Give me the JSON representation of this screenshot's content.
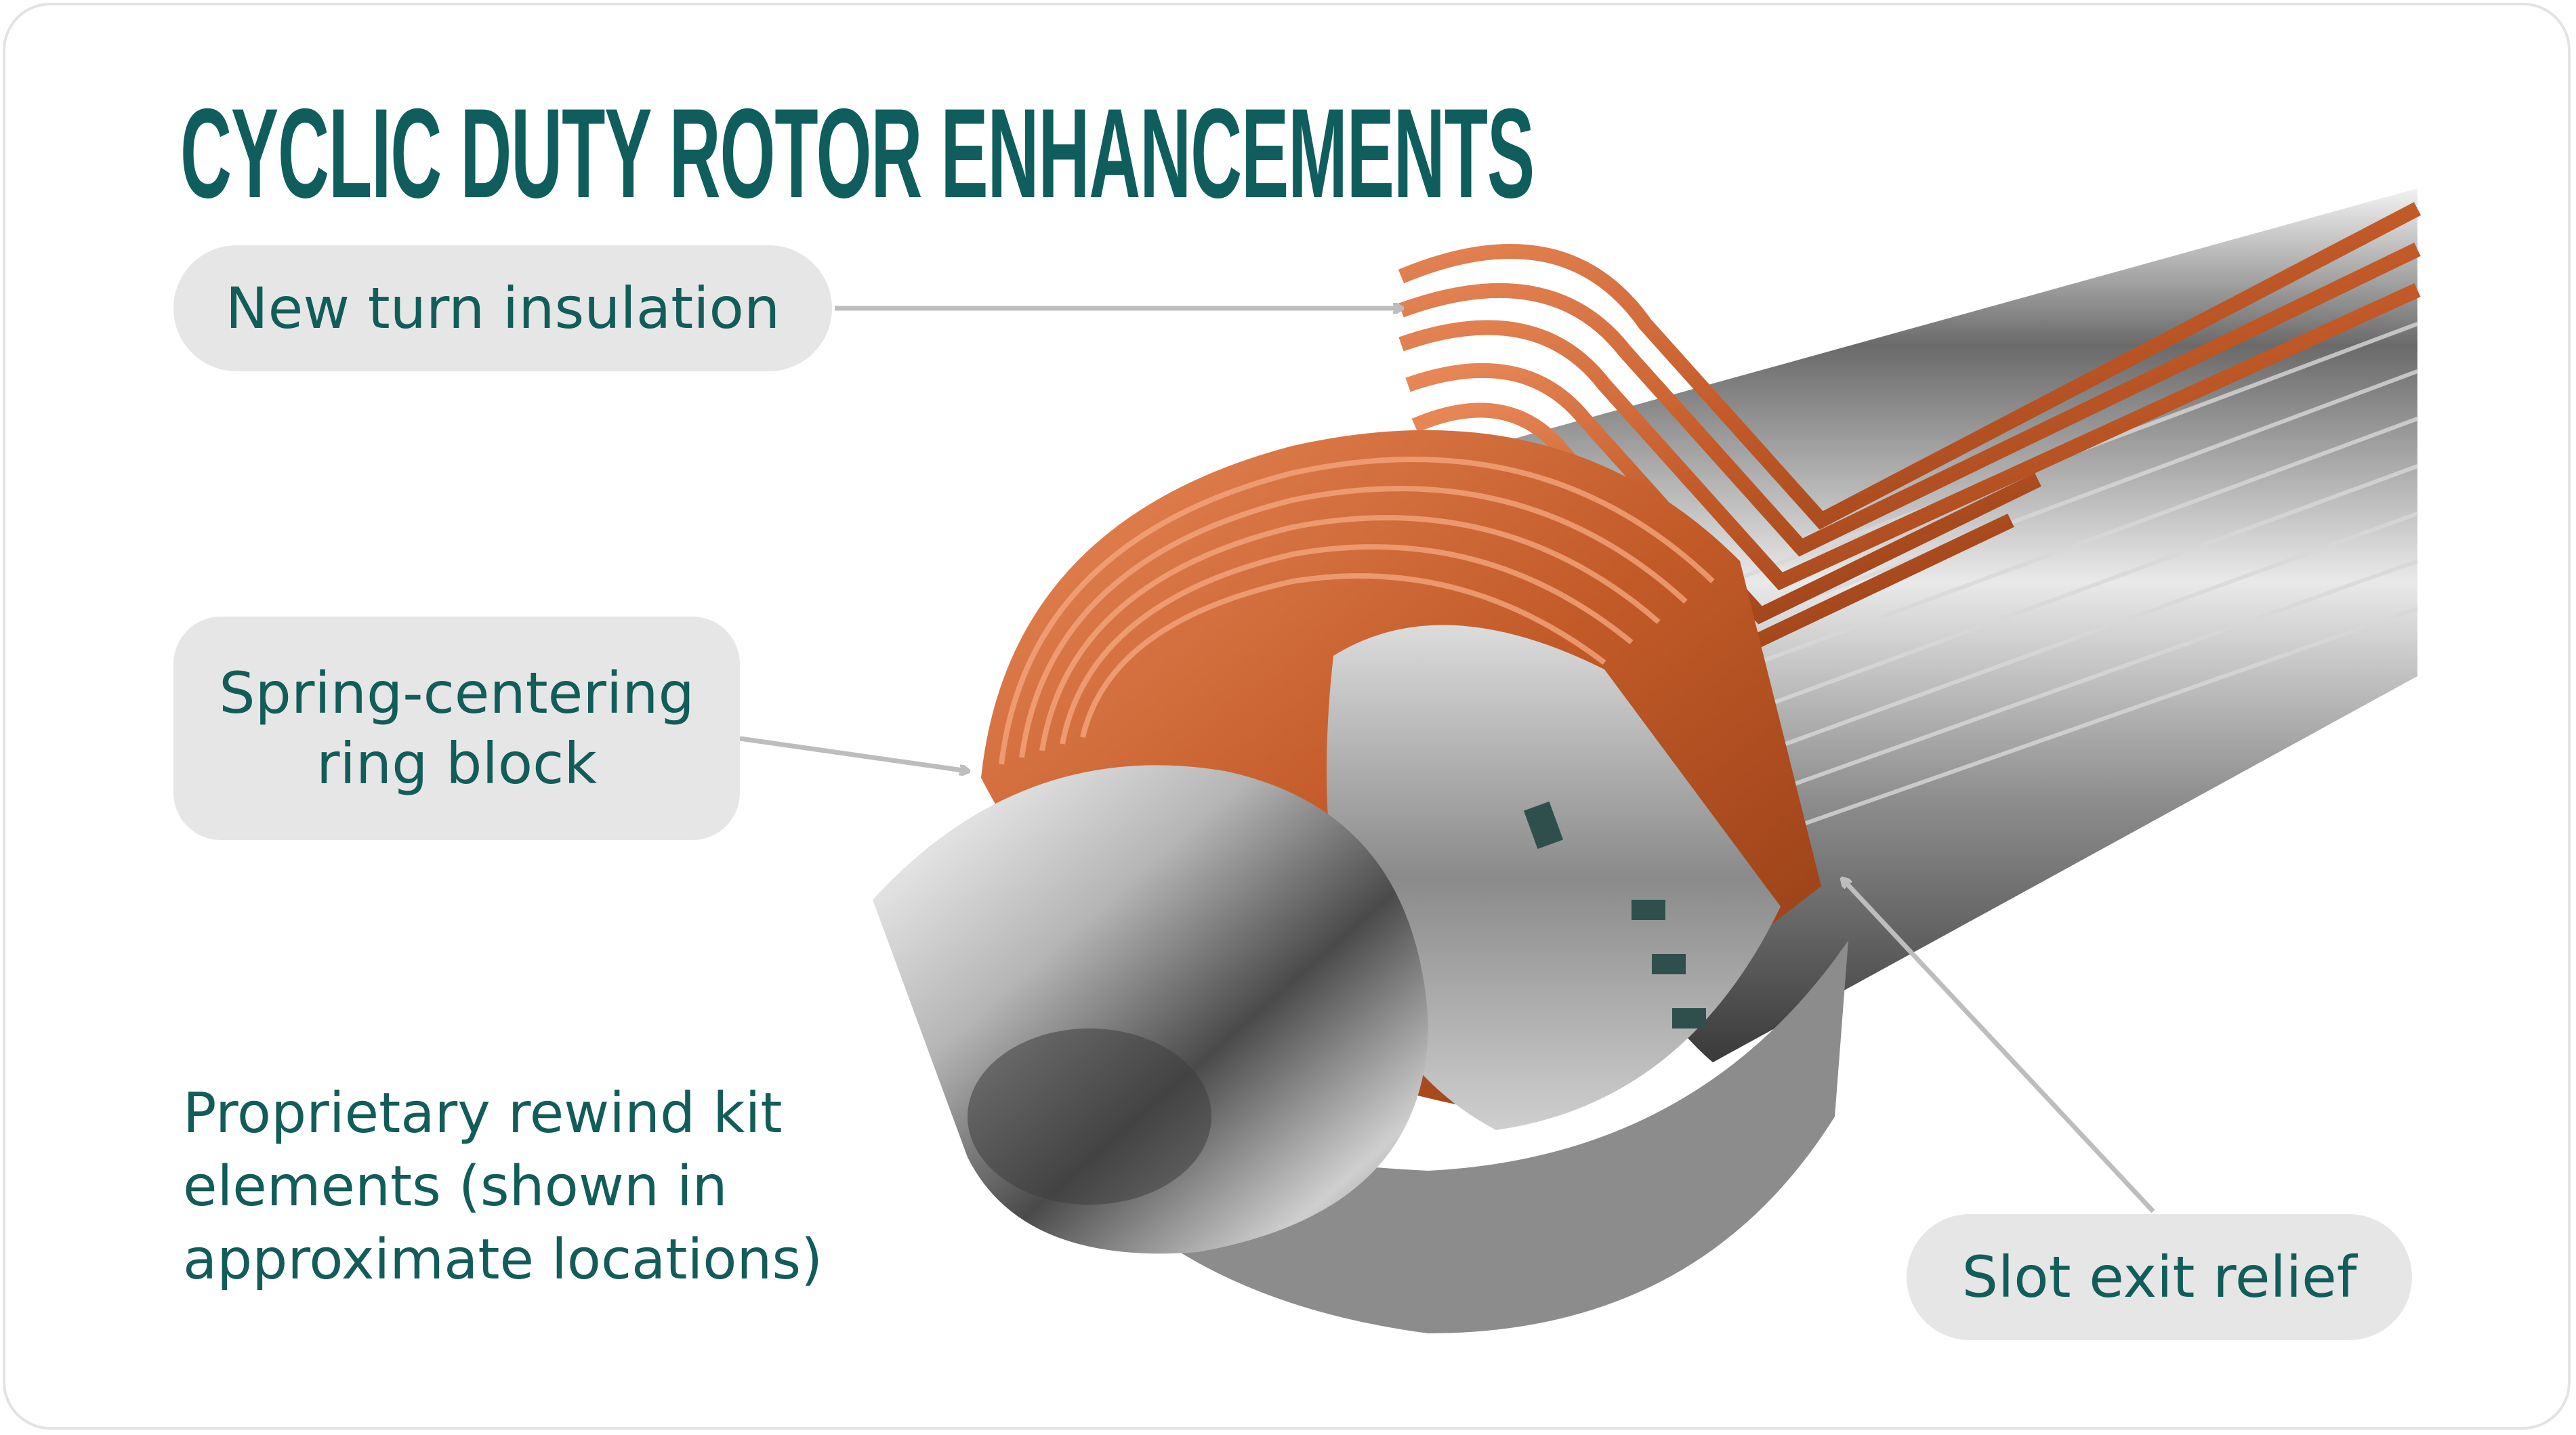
{
  "title": "CYCLIC DUTY ROTOR ENHANCEMENTS",
  "callouts": {
    "turn_insulation": "New turn insulation",
    "spring_centering_line1": "Spring-centering",
    "spring_centering_line2": "ring block",
    "slot_exit_relief": "Slot exit relief"
  },
  "note": "Proprietary rewind kit elements (shown in approximate locations)",
  "colors": {
    "accent": "#0f5e5d",
    "pill_bg": "#e6e6e6",
    "copper": "#c8602e",
    "steel": "#9a9a9a",
    "arrow": "#bdbdbd"
  }
}
